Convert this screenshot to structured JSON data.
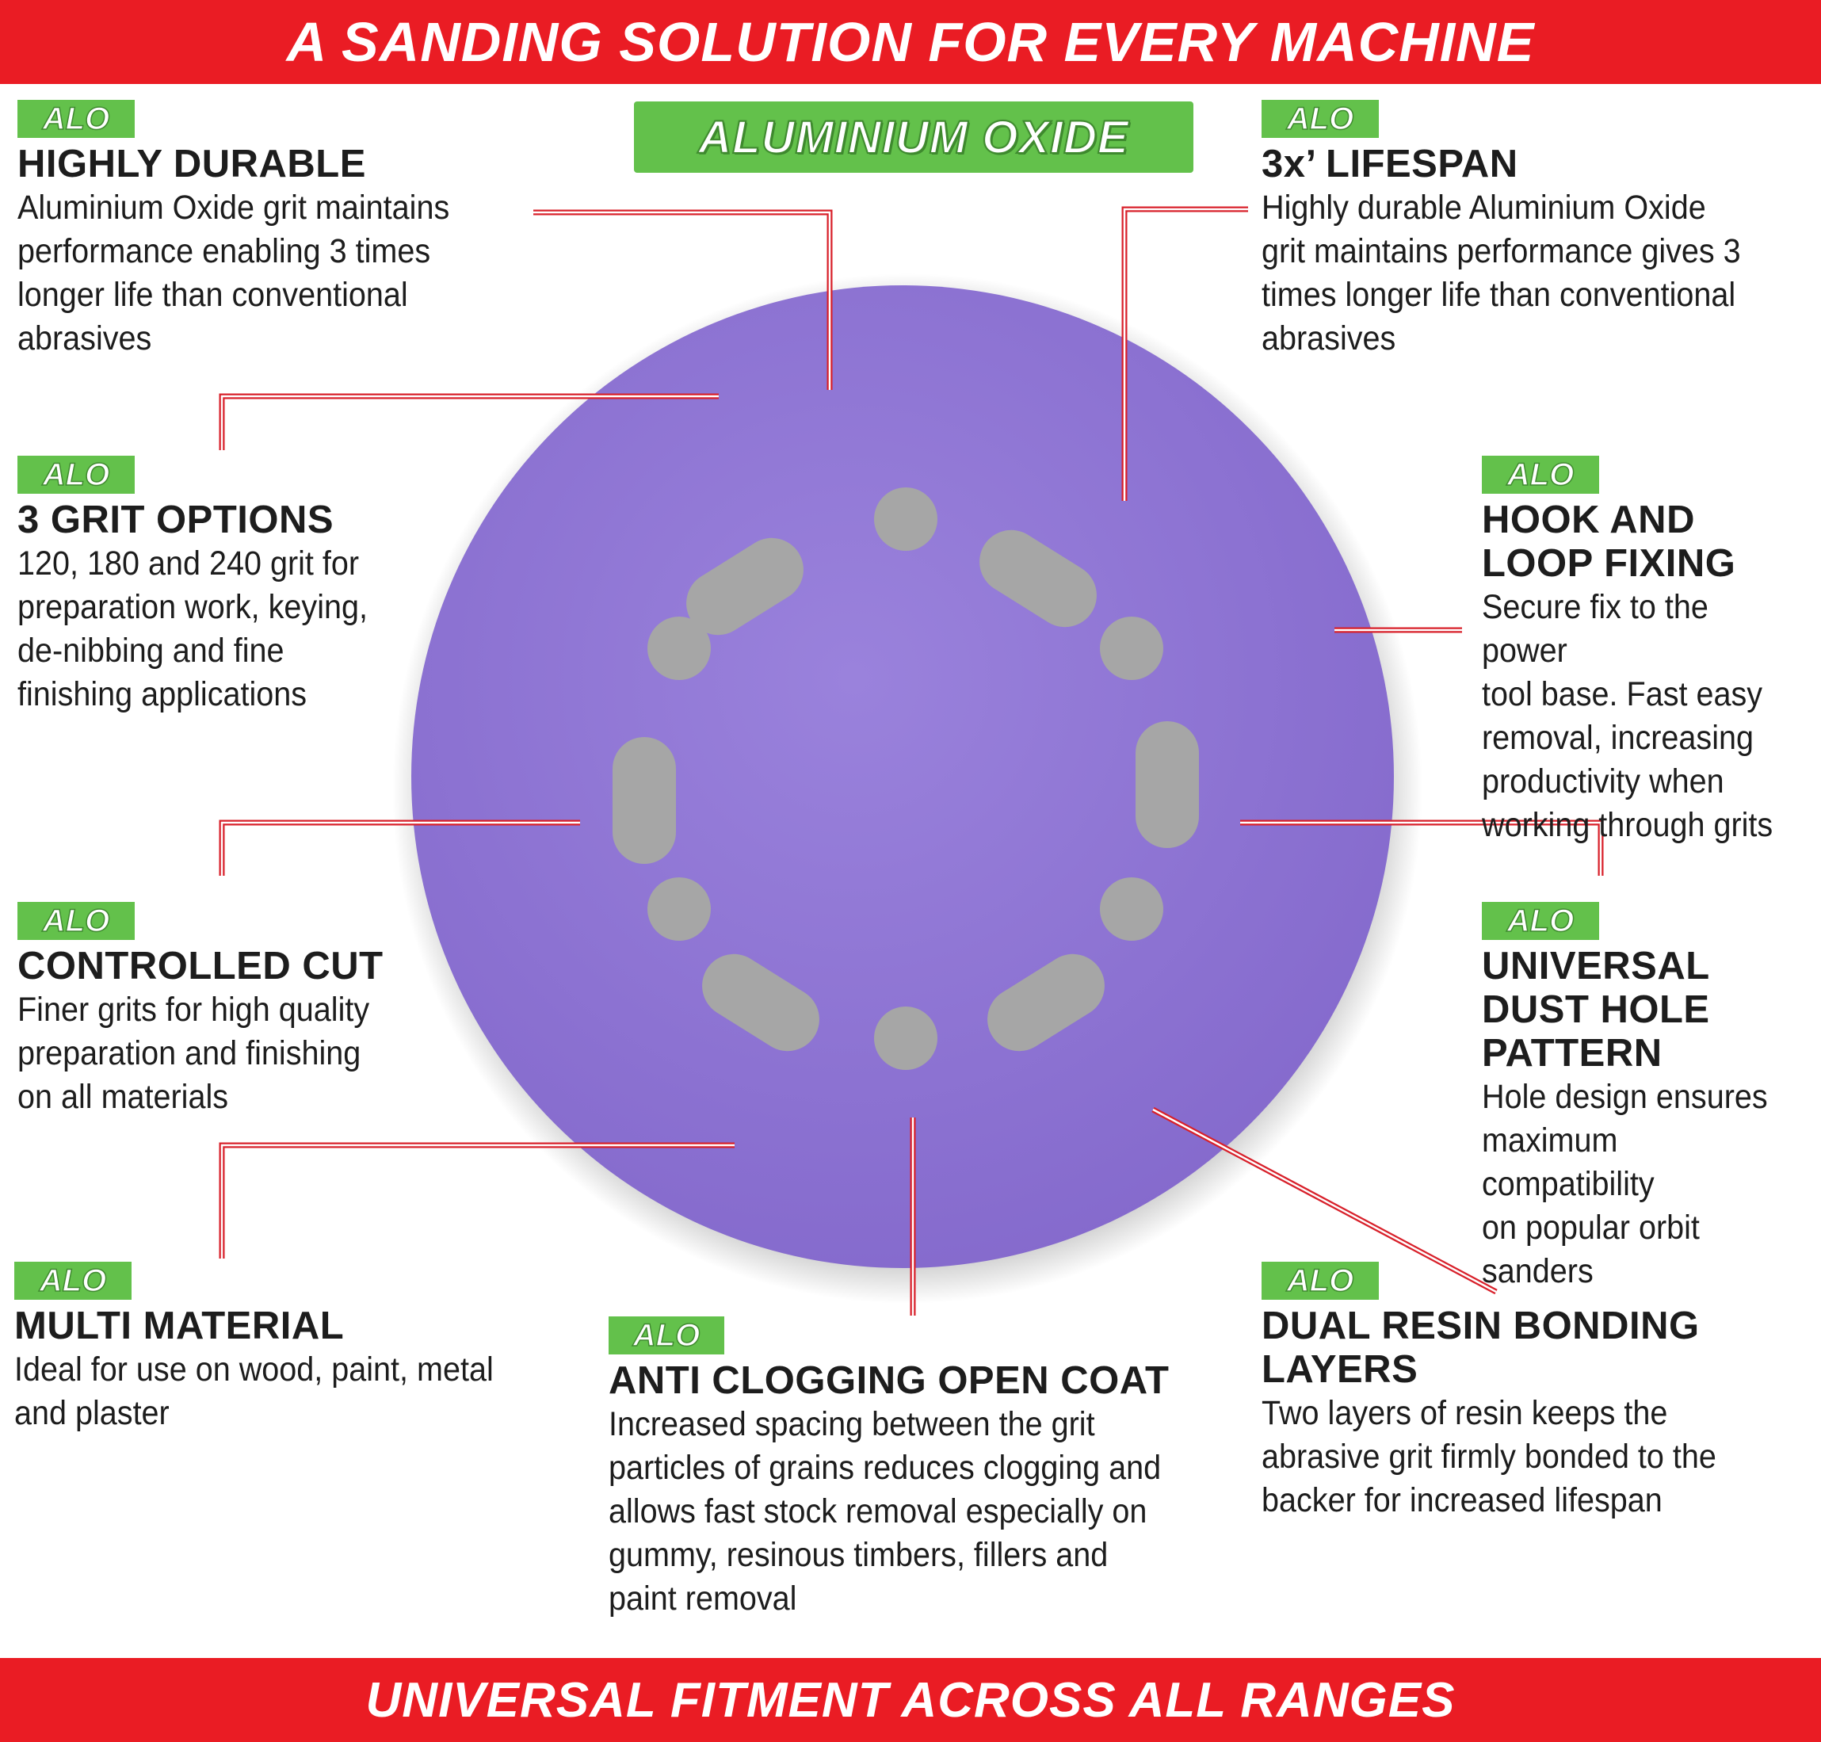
{
  "top_banner": "A SANDING SOLUTION FOR EVERY MACHINE",
  "bottom_banner": "UNIVERSAL FITMENT ACROSS ALL RANGES",
  "center_badge": "ALUMINIUM OXIDE",
  "badge_label": "ALO",
  "colors": {
    "banner": "#ea1c24",
    "badge": "#63c14b",
    "disc": "#8f76d6",
    "leader_line": "#d8202a"
  },
  "features": [
    {
      "title": "HIGHLY DURABLE",
      "desc": "Aluminium Oxide grit maintains\nperformance enabling 3 times\nlonger life than conventional\nabrasives"
    },
    {
      "title": "3x’ LIFESPAN",
      "desc": "Highly durable Aluminium Oxide\ngrit maintains performance gives 3\ntimes longer life than conventional\nabrasives"
    },
    {
      "title": "3 GRIT OPTIONS",
      "desc": "120, 180 and 240 grit for\npreparation work, keying,\nde-nibbing and fine\nfinishing applications"
    },
    {
      "title": "HOOK AND\nLOOP FIXING",
      "desc": "Secure fix to the power\ntool base. Fast easy\nremoval, increasing\nproductivity when\nworking through grits"
    },
    {
      "title": "CONTROLLED CUT",
      "desc": "Finer grits for high quality\npreparation and finishing\non all materials"
    },
    {
      "title": "UNIVERSAL\nDUST HOLE\nPATTERN",
      "desc": "Hole design ensures\nmaximum compatibility\non popular orbit\nsanders"
    },
    {
      "title": "MULTI MATERIAL",
      "desc": "Ideal for use on wood, paint, metal\nand plaster"
    },
    {
      "title": "ANTI CLOGGING OPEN COAT",
      "desc": "Increased spacing between the grit\nparticles of grains reduces clogging and\nallows fast stock removal especially on\ngummy, resinous timbers, fillers and\npaint removal"
    },
    {
      "title": "DUAL RESIN BONDING\nLAYERS",
      "desc": "Two layers of resin keeps the\nabrasive grit firmly bonded to the\nbacker for increased lifespan"
    }
  ]
}
